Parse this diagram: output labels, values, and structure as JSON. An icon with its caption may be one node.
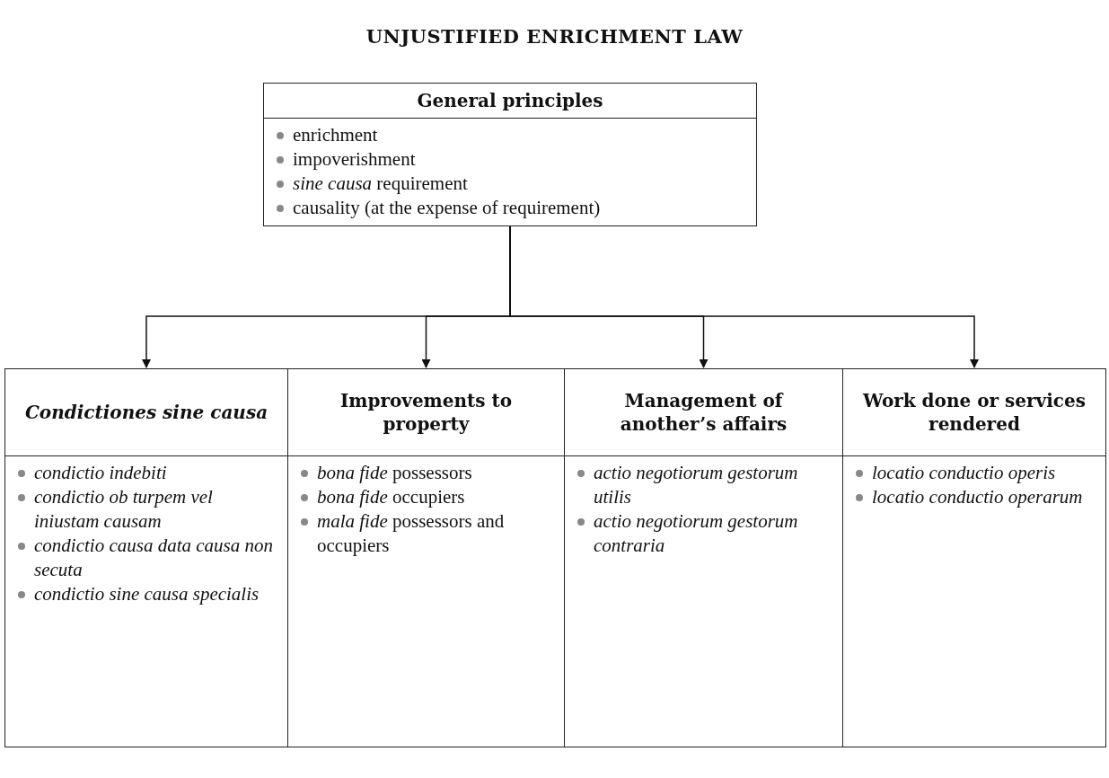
{
  "diagram": {
    "title": "UNJUSTIFIED ENRICHMENT LAW",
    "nodes": [
      {
        "text": [
          "General principles",
          "enrichment",
          "impoverishment",
          "*sine causa* requirement",
          "causality (at the expense of requirement)"
        ]
      },
      {
        "text": [
          "Condictiones sine causa",
          "condictio indebiti",
          "condictio ob turpem vel iniustam causam",
          "condictio causa data causa non secuta",
          "condictio sine causa specialis"
        ]
      },
      {
        "text": [
          "Improvements to property",
          "*bona fide* possessors",
          "*bona fide* occupiers",
          "*mala fide* possessors and occupiers"
        ]
      },
      {
        "text": [
          "Management of another’s affairs",
          "actio negotiorum gestorum utilis",
          "actio negotiorum gestorum contraria"
        ]
      },
      {
        "text": [
          "Work done or services rendered",
          "locatio conductio operis",
          "locatio conductio operarum"
        ]
      }
    ],
    "edges": [
      {
        "from": 0,
        "to": 1,
        "arrow": "to"
      },
      {
        "from": 0,
        "to": 2,
        "arrow": "to"
      },
      {
        "from": 0,
        "to": 3,
        "arrow": "to"
      },
      {
        "from": 0,
        "to": 4,
        "arrow": "to"
      }
    ]
  }
}
